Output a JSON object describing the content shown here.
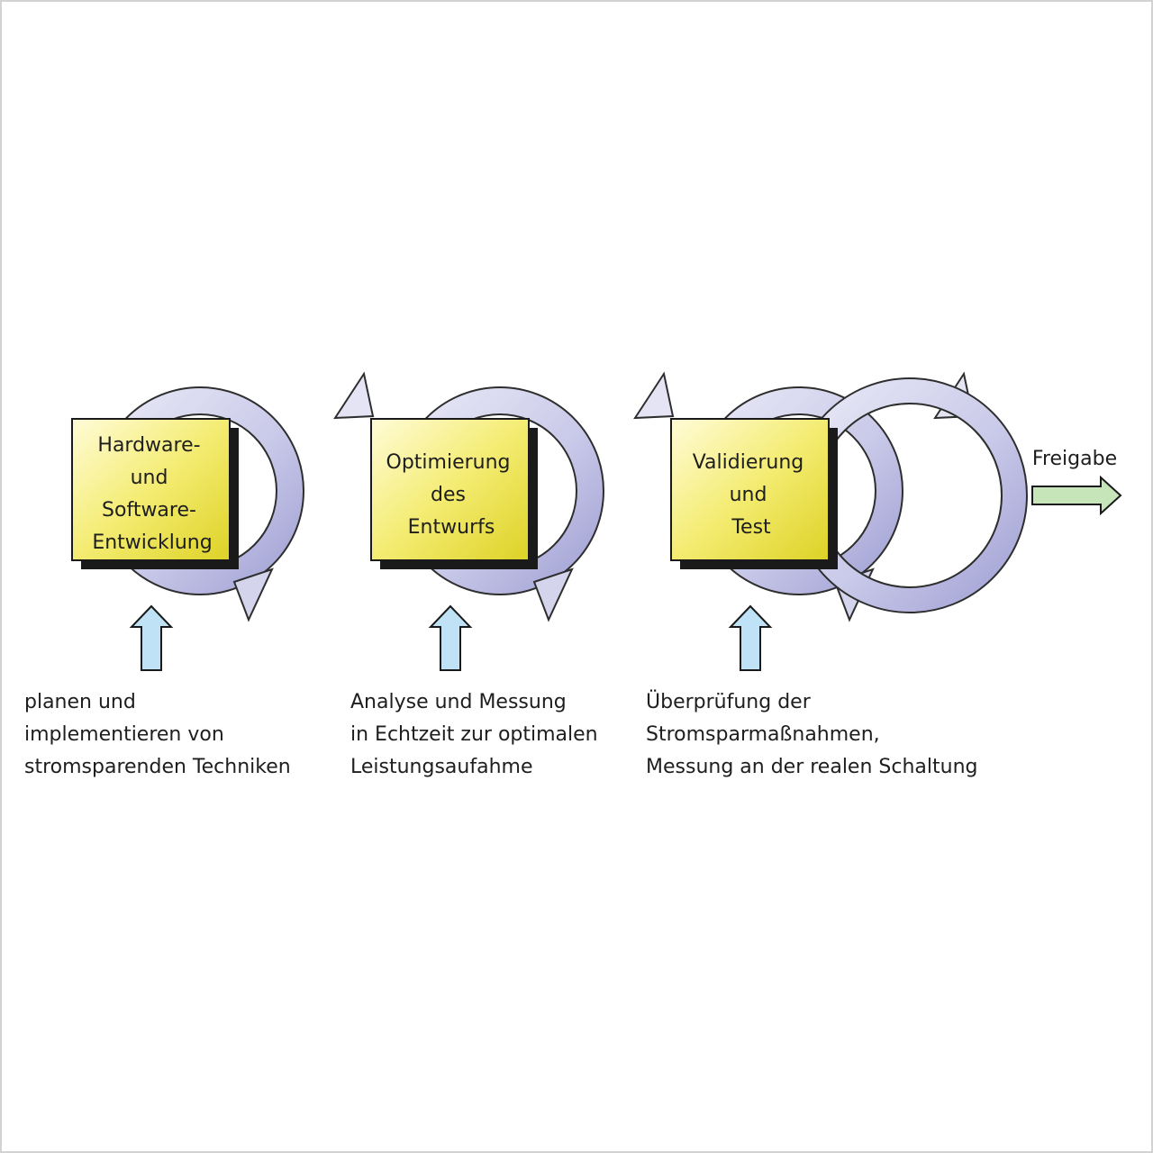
{
  "colors": {
    "box_fill_light": "#fffcd8",
    "box_fill_dark": "#ddd226",
    "loop_light": "#ececf8",
    "loop_dark": "#9c9cd2",
    "input_arrow_fill": "#bfe2f6",
    "output_arrow_fill": "#c6e6ba"
  },
  "stages": [
    {
      "lines": [
        "Hardware-",
        "und",
        "Software-",
        "Entwicklung"
      ]
    },
    {
      "lines": [
        "Optimierung",
        "des",
        "Entwurfs"
      ]
    },
    {
      "lines": [
        "Validierung",
        "und",
        "Test"
      ]
    }
  ],
  "inputs": [
    {
      "lines": [
        "planen und",
        "implementieren von",
        "stromsparenden Techniken"
      ]
    },
    {
      "lines": [
        "Analyse und Messung",
        "in Echtzeit zur optimalen",
        "Leistungsaufahme"
      ]
    },
    {
      "lines": [
        "Überprüfung der",
        "Stromsparmaßnahmen,",
        "Messung an der realen Schaltung"
      ]
    }
  ],
  "output": {
    "label": "Freigabe"
  }
}
